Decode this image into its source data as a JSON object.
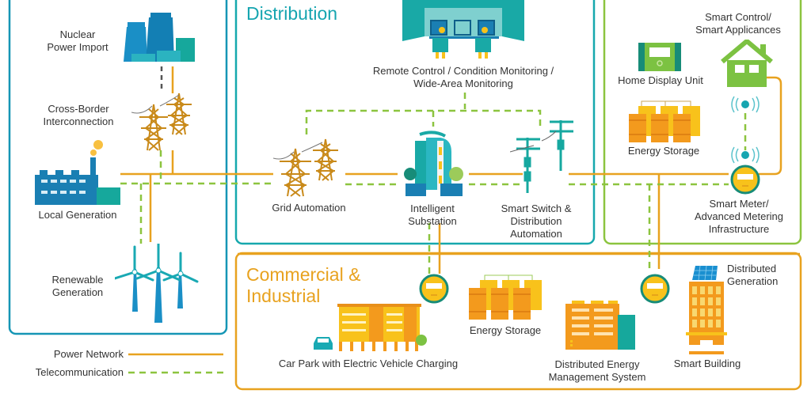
{
  "colors": {
    "power": "#e8a21f",
    "telecom": "#8cc43f",
    "teal": "#16a5b0",
    "blue": "#1a7fb3",
    "green": "#7cc242",
    "orange": "#f39a1d",
    "yellow": "#f8c21b"
  },
  "sections": {
    "generation": {
      "title": ""
    },
    "distribution": {
      "title": "Distribution"
    },
    "home": {
      "title": ""
    },
    "commercial": {
      "title": "Commercial &\nIndustrial"
    }
  },
  "nodes": {
    "nuclear": "Nuclear\nPower Import",
    "cross_border": "Cross-Border\nInterconnection",
    "local_gen": "Local Generation",
    "renewable": "Renewable\nGeneration",
    "remote_control": "Remote Control / Condition Monitoring /\nWide-Area Monitoring",
    "grid_automation": "Grid Automation",
    "substation": "Intelligent\nSubstation",
    "smart_switch": "Smart Switch &\nDistribution\nAutomation",
    "smart_control": "Smart Control/\nSmart Applicances",
    "home_display": "Home Display Unit",
    "home_storage": "Energy Storage",
    "smart_meter": "Smart Meter/\nAdvanced Metering\nInfrastructure",
    "car_park": "Car Park with Electric Vehicle Charging",
    "ci_storage": "Energy Storage",
    "dems": "Distributed Energy\nManagement System",
    "smart_building": "Smart Building",
    "distributed_gen": "Distributed\nGeneration"
  },
  "legend": {
    "power": "Power Network",
    "telecom": "Telecommunication"
  }
}
